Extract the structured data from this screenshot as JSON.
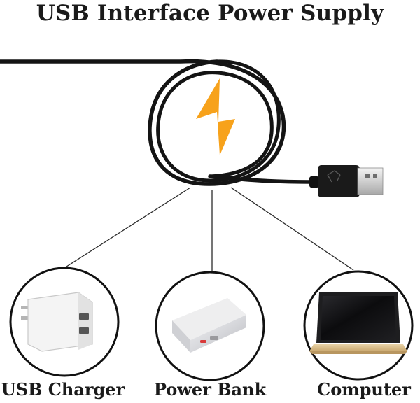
{
  "title": "USB Interface Power Supply",
  "colors": {
    "cable": "#141414",
    "bolt": "#f7a21b",
    "connector_metal": "#d9d9d9",
    "laptop_gold": "#dcc08d"
  },
  "icons": [
    "lightning-bolt-icon",
    "usb-connector-icon",
    "usb-charger-icon",
    "power-bank-icon",
    "laptop-icon"
  ],
  "devices": [
    {
      "label": "USB Charger"
    },
    {
      "label": "Power Bank"
    },
    {
      "label": "Computer"
    }
  ]
}
